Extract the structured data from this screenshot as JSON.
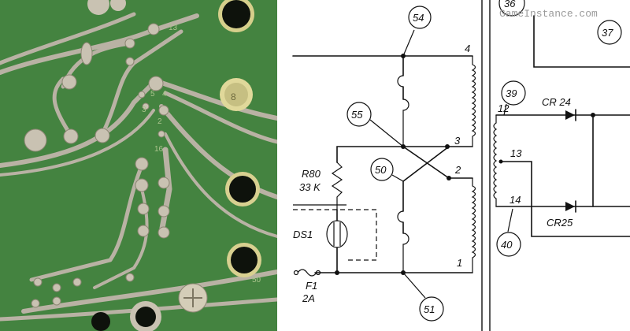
{
  "pcb_photo": {
    "board_color": "#3f7d3c",
    "trace_color": "#b9b2a4",
    "silk_labels": {
      "l13": "13",
      "l8": "8",
      "l4": "4",
      "l5": "5",
      "l3": "3",
      "l2": "2",
      "l16": "16",
      "l50": "50"
    }
  },
  "schematic": {
    "watermark": "GameInstance.com",
    "node_labels": {
      "n36": "36",
      "n37": "37",
      "n54": "54",
      "n55": "55",
      "n50": "50",
      "n51": "51",
      "n39": "39",
      "n40": "40"
    },
    "pin_labels": {
      "p4": "4",
      "p3": "3",
      "p2": "2",
      "p1": "1",
      "p12": "12",
      "p13": "13",
      "p14": "14"
    },
    "components": {
      "r80_name": "R80",
      "r80_value": "33 K",
      "ds1": "DS1",
      "f1": "F1",
      "f1_rating": "2A",
      "cr24": "CR 24",
      "cr25": "CR25"
    }
  }
}
